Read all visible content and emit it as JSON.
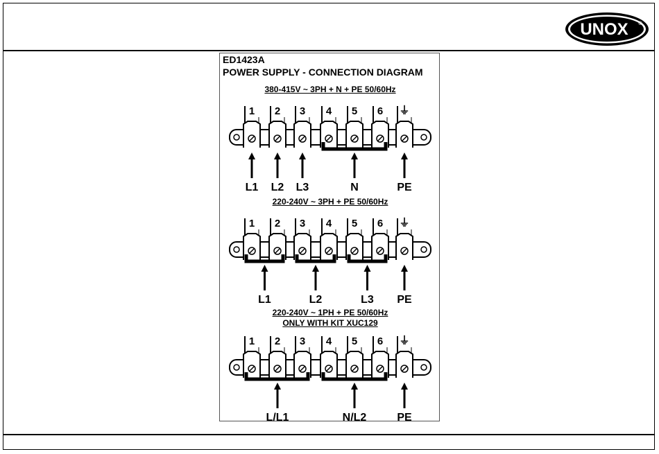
{
  "brand": {
    "logo_text": "UNOX",
    "registered_mark": "®"
  },
  "document": {
    "code": "ED1423A",
    "title": "POWER SUPPLY - CONNECTION DIAGRAM",
    "sections": [
      {
        "voltage": "380-415V ~ 3PH + N + PE 50/60Hz",
        "terminals": [
          "1",
          "2",
          "3",
          "4",
          "5",
          "6"
        ],
        "earth_symbol": "⏚",
        "labels": [
          "L1",
          "L2",
          "L3",
          "N",
          "PE"
        ]
      },
      {
        "voltage": "220-240V ~ 3PH + PE  50/60Hz",
        "terminals": [
          "1",
          "2",
          "3",
          "4",
          "5",
          "6"
        ],
        "earth_symbol": "⏚",
        "labels": [
          "L1",
          "L2",
          "L3",
          "PE"
        ]
      },
      {
        "voltage": "220-240V ~ 1PH + PE 50/60Hz",
        "kit_note": "ONLY WITH KIT XUC129",
        "terminals": [
          "1",
          "2",
          "3",
          "4",
          "5",
          "6"
        ],
        "earth_symbol": "⏚",
        "labels": [
          "L/L1",
          "N/L2",
          "PE"
        ]
      }
    ]
  },
  "colors": {
    "ink": "#000000",
    "background": "#ffffff",
    "logo_fill": "#ffffff"
  }
}
